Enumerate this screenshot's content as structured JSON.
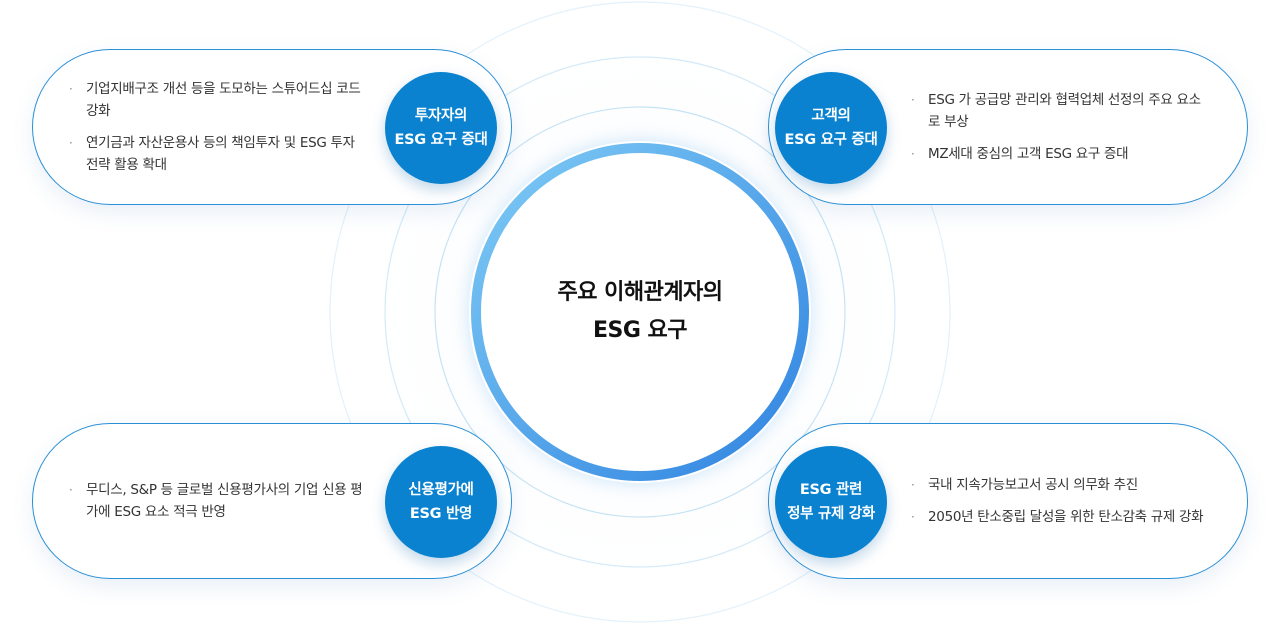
{
  "center": {
    "title": "주요 이해관계자의\nESG 요구"
  },
  "stakeholders": [
    {
      "badge": "투자자의\nESG 요구 증대",
      "items": [
        "기업지배구조 개선 등을 도모하는 스튜어드십 코드 강화",
        "연기금과 자산운용사 등의 책임투자 및 ESG 투자 전략 활용 확대"
      ]
    },
    {
      "badge": "고객의\nESG 요구 증대",
      "items": [
        "ESG 가 공급망 관리와 협력업체 선정의 주요 요소로 부상",
        "MZ세대 중심의 고객 ESG 요구 증대"
      ]
    },
    {
      "badge": "신용평가에\nESG 반영",
      "items": [
        "무디스, S&P 등 글로벌 신용평가사의 기업 신용 평가에 ESG 요소 적극 반영"
      ]
    },
    {
      "badge": "ESG 관련\n정부 규제 강화",
      "items": [
        "국내 지속가능보고서 공시 의무화 추진",
        "2050년 탄소중립 달성을 위한 탄소감축 규제 강화"
      ]
    }
  ],
  "colors": {
    "accent": "#0a82cf",
    "border": "#2b8fd6",
    "ring_light": "#7fcbf5",
    "ring_dark": "#2f83e0"
  },
  "icons": {
    "bullet": "·"
  }
}
